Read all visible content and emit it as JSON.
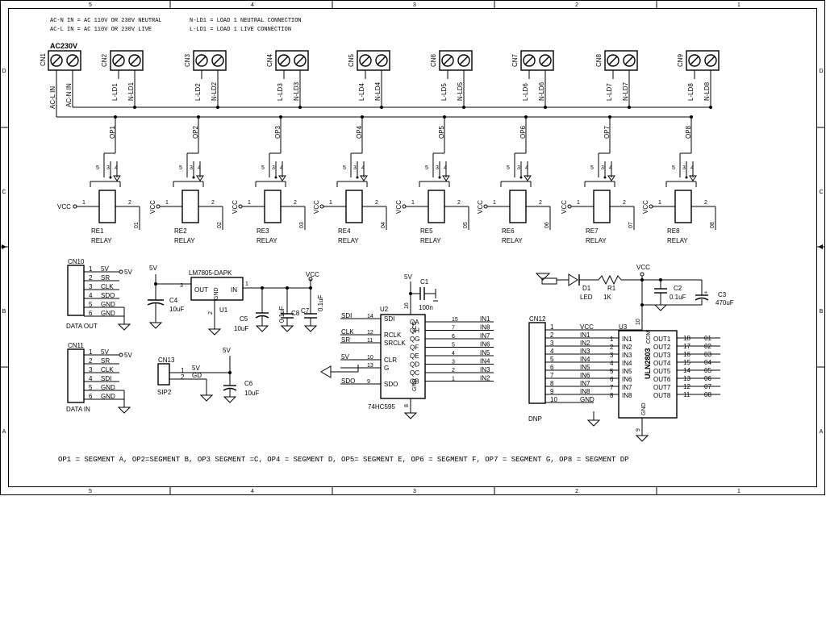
{
  "frame": {
    "col_labels": [
      "5",
      "4",
      "3",
      "2",
      "1"
    ],
    "row_labels": [
      "D",
      "C",
      "B",
      "A"
    ]
  },
  "header_notes": {
    "line1_left": "AC-N IN = AC 110V OR 230V NEUTRAL",
    "line1_right": "N-LD1 = LOAD 1 NEUTRAL CONNECTION",
    "line2_left": "AC-L IN = AC 110V OR 230V LIVE",
    "line2_right": "L-LD1 = LOAD 1 LIVE CONNECTION"
  },
  "ac_input": {
    "ref": "CN1",
    "value": "AC230V",
    "pin1": "AC-L IN",
    "pin2": "AC-N IN"
  },
  "load_connectors": [
    {
      "ref": "CN2",
      "live": "L-LD1",
      "neutral": "N-LD1"
    },
    {
      "ref": "CN3",
      "live": "L-LD2",
      "neutral": "N-LD2"
    },
    {
      "ref": "CN4",
      "live": "L-LD3",
      "neutral": "N-LD3"
    },
    {
      "ref": "CN5",
      "live": "L-LD4",
      "neutral": "N-LD4"
    },
    {
      "ref": "CN6",
      "live": "L-LD5",
      "neutral": "N-LD5"
    },
    {
      "ref": "CN7",
      "live": "L-LD6",
      "neutral": "N-LD6"
    },
    {
      "ref": "CN8",
      "live": "L-LD7",
      "neutral": "N-LD7"
    },
    {
      "ref": "CN9",
      "live": "L-LD8",
      "neutral": "N-LD8"
    }
  ],
  "relays": [
    {
      "ref": "RE1",
      "value": "RELAY",
      "op": "OP1",
      "out": "01"
    },
    {
      "ref": "RE2",
      "value": "RELAY",
      "op": "OP2",
      "out": "02"
    },
    {
      "ref": "RE3",
      "value": "RELAY",
      "op": "OP3",
      "out": "03"
    },
    {
      "ref": "RE4",
      "value": "RELAY",
      "op": "OP4",
      "out": "04"
    },
    {
      "ref": "RE5",
      "value": "RELAY",
      "op": "OP5",
      "out": "05"
    },
    {
      "ref": "RE6",
      "value": "RELAY",
      "op": "OP6",
      "out": "06"
    },
    {
      "ref": "RE7",
      "value": "RELAY",
      "op": "OP7",
      "out": "07"
    },
    {
      "ref": "RE8",
      "value": "RELAY",
      "op": "OP8",
      "out": "08"
    }
  ],
  "relay_pins": {
    "coil1": "1",
    "coil2": "2",
    "sw3": "3",
    "sw4": "4",
    "sw5": "5"
  },
  "vcc_label": "VCC",
  "cn10": {
    "ref": "CN10",
    "caption": "DATA OUT",
    "pins": [
      {
        "num": "1",
        "net": "5V"
      },
      {
        "num": "2",
        "net": "SR"
      },
      {
        "num": "3",
        "net": "CLK"
      },
      {
        "num": "4",
        "net": "SDO"
      },
      {
        "num": "5",
        "net": "GND"
      },
      {
        "num": "6",
        "net": "GND"
      }
    ],
    "supply": "5V"
  },
  "cn11": {
    "ref": "CN11",
    "caption": "DATA IN",
    "pins": [
      {
        "num": "1",
        "net": "5V"
      },
      {
        "num": "2",
        "net": "SR"
      },
      {
        "num": "3",
        "net": "CLK"
      },
      {
        "num": "4",
        "net": "SDI"
      },
      {
        "num": "5",
        "net": "GND"
      },
      {
        "num": "6",
        "net": "GND"
      }
    ],
    "supply": "5V"
  },
  "cn13": {
    "ref": "CN13",
    "caption": "SIP2",
    "pins": [
      {
        "num": "1",
        "net": "5V"
      },
      {
        "num": "2",
        "net": "GD"
      }
    ]
  },
  "regulator": {
    "part": "LM7805-DAPK",
    "ref": "U1",
    "out": "OUT",
    "gnd": "GND",
    "in": "IN",
    "pin_out": "3",
    "pin_gnd": "2",
    "pin_in": "1",
    "in_net": "5V",
    "out_net": "VCC"
  },
  "caps": {
    "c4": {
      "ref": "C4",
      "value": "10uF"
    },
    "c5": {
      "ref": "C5",
      "value": "10uF"
    },
    "c8": {
      "ref": "C8",
      "value": "0.1uF"
    },
    "c7": {
      "ref": "C7",
      "value": "0.1uF"
    },
    "c6": {
      "ref": "C6",
      "value": "10uF"
    },
    "c1": {
      "ref": "C1",
      "value": "100n"
    },
    "c2": {
      "ref": "C2",
      "value": "0.1uF"
    },
    "c3": {
      "ref": "C3",
      "value": "470uF"
    }
  },
  "shift_register": {
    "ref": "U2",
    "part": "74HC595",
    "vcc_net": "5V",
    "vcc_pin": "16",
    "gnd_pin": "8",
    "vcc": "VCC",
    "gnd": "GND",
    "left_pins": [
      {
        "net": "SDI",
        "num": "14",
        "name": "SDI"
      },
      {
        "net": "CLK",
        "num": "12",
        "name": "RCLK"
      },
      {
        "net": "SR",
        "num": "11",
        "name": "SRCLK"
      },
      {
        "net": "5V",
        "num": "10",
        "name": "CLR"
      },
      {
        "net": "",
        "num": "13",
        "name": "G"
      },
      {
        "net": "SDO",
        "num": "9",
        "name": "SDO"
      }
    ],
    "right_pins": [
      {
        "name": "QA",
        "num": "15",
        "net": "IN1"
      },
      {
        "name": "QH",
        "num": "7",
        "net": "IN8"
      },
      {
        "name": "QG",
        "num": "6",
        "net": "IN7"
      },
      {
        "name": "QF",
        "num": "5",
        "net": "IN6"
      },
      {
        "name": "QE",
        "num": "4",
        "net": "IN5"
      },
      {
        "name": "QD",
        "num": "3",
        "net": "IN4"
      },
      {
        "name": "QC",
        "num": "2",
        "net": "IN3"
      },
      {
        "name": "QB",
        "num": "1",
        "net": "IN2"
      }
    ]
  },
  "cn12": {
    "ref": "CN12",
    "caption": "DNP",
    "pins": [
      {
        "num": "1",
        "net": "VCC"
      },
      {
        "num": "2",
        "net": "IN1"
      },
      {
        "num": "3",
        "net": "IN2"
      },
      {
        "num": "4",
        "net": "IN3"
      },
      {
        "num": "5",
        "net": "IN4"
      },
      {
        "num": "6",
        "net": "IN5"
      },
      {
        "num": "7",
        "net": "IN6"
      },
      {
        "num": "8",
        "net": "IN7"
      },
      {
        "num": "9",
        "net": "IN8"
      },
      {
        "num": "10",
        "net": "GND"
      }
    ]
  },
  "led": {
    "ref": "D1",
    "value": "LED"
  },
  "resistor": {
    "ref": "R1",
    "value": "1K"
  },
  "driver": {
    "ref": "U3",
    "part": "ULN2803",
    "com": "COM",
    "gnd": "GND",
    "com_pin": "10",
    "gnd_pin": "9",
    "inputs": [
      {
        "pin": "1",
        "name": "IN1"
      },
      {
        "pin": "2",
        "name": "IN2"
      },
      {
        "pin": "3",
        "name": "IN3"
      },
      {
        "pin": "4",
        "name": "IN4"
      },
      {
        "pin": "5",
        "name": "IN5"
      },
      {
        "pin": "6",
        "name": "IN6"
      },
      {
        "pin": "7",
        "name": "IN7"
      },
      {
        "pin": "8",
        "name": "IN8"
      }
    ],
    "outputs": [
      {
        "name": "OUT1",
        "pin": "18",
        "net": "01"
      },
      {
        "name": "OUT2",
        "pin": "17",
        "net": "02"
      },
      {
        "name": "OUT3",
        "pin": "16",
        "net": "03"
      },
      {
        "name": "OUT4",
        "pin": "15",
        "net": "04"
      },
      {
        "name": "OUT5",
        "pin": "14",
        "net": "05"
      },
      {
        "name": "OUT6",
        "pin": "13",
        "net": "06"
      },
      {
        "name": "OUT7",
        "pin": "12",
        "net": "07"
      },
      {
        "name": "OUT8",
        "pin": "11",
        "net": "08"
      }
    ]
  },
  "footer_note": "OP1 = SEGMENT A, OP2=SEGMENT B, OP3 SEGMENT =C, OP4 = SEGMENT D, OP5= SEGMENT E, OP6 = SEGMENT F, OP7 = SEGMENT G, OP8 = SEGMENT DP"
}
